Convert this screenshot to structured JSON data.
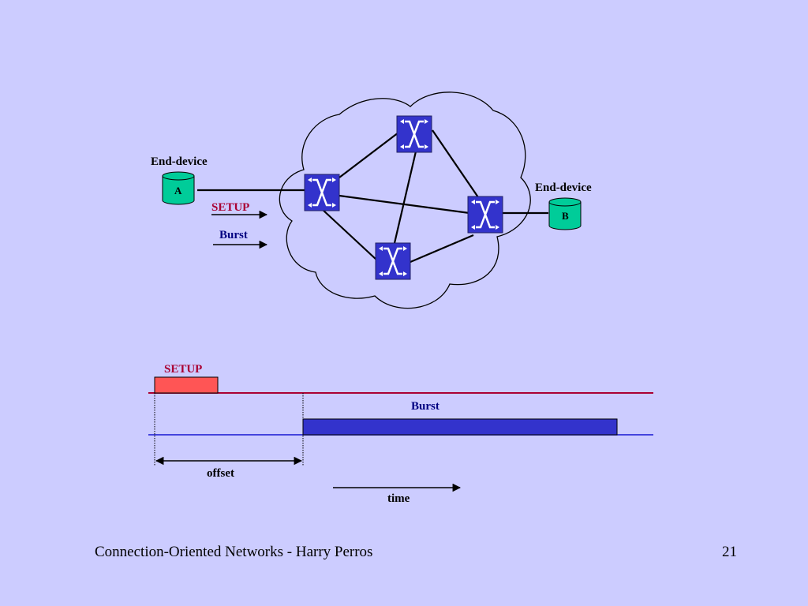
{
  "slide": {
    "footer_left": "Connection-Oriented Networks - Harry Perros",
    "page_number": "21"
  },
  "network": {
    "end_device_a_label": "End-device",
    "end_device_a_letter": "A",
    "end_device_b_label": "End-device",
    "end_device_b_letter": "B",
    "setup_label": "SETUP",
    "burst_label": "Burst"
  },
  "timing": {
    "setup_label": "SETUP",
    "burst_label": "Burst",
    "offset_label": "offset",
    "time_label": "time"
  },
  "colors": {
    "background": "#ccccff",
    "switch_fill": "#3333cc",
    "device_fill": "#00cc99",
    "setup_color": "#aa0033",
    "setup_pulse_fill": "#ff5555",
    "burst_color": "#000080",
    "burst_pulse_fill": "#3333cc",
    "burst_line": "#4444dd"
  }
}
